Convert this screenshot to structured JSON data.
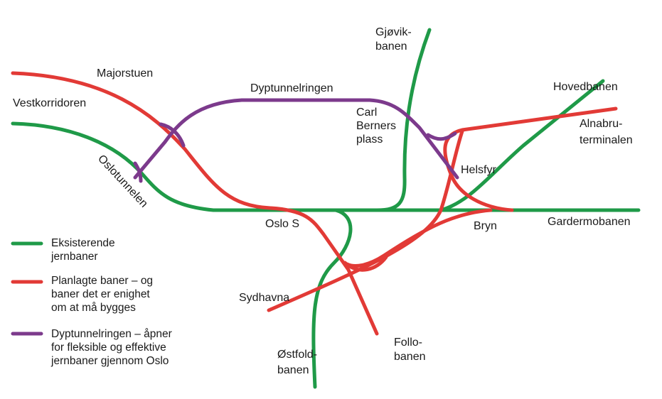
{
  "colors": {
    "existing": "#1f9a48",
    "planned": "#e23a36",
    "deep_tunnel": "#7c3a8c",
    "background": "#ffffff"
  },
  "map": {
    "lines": {
      "vestkorridoren": "Vestkorridoren",
      "majorstuen": "Majorstuen",
      "dyptunnelringen": "Dyptunnelringen",
      "gjovikbanen": "Gjøvik-\nbanen",
      "hovedbanen": "Hovedbanen",
      "alnabruterminalen": "Alnabru-\nterminalen",
      "gardermobanen": "Gardermobanen",
      "oslotunnelen": "Oslotunnelen",
      "sydhavna": "Sydhavna",
      "ostfoldbanen": "Østfold-\nbanen",
      "follobanen": "Follo-\nbanen"
    },
    "stations": {
      "carl_berners_plass": "Carl\nBerners\nplass",
      "helsfyr": "Helsfyr",
      "oslo_s": "Oslo S",
      "bryn": "Bryn"
    }
  },
  "legend": [
    {
      "key": "existing",
      "text": "Eksisterende\njernbaner",
      "color": "#1f9a48"
    },
    {
      "key": "planned",
      "text": "Planlagte baner – og\nbaner det er enighet\nom at må bygges",
      "color": "#e23a36"
    },
    {
      "key": "deep_tunnel",
      "text": "Dyptunnelringen – åpner\nfor fleksible og effektive\njernbaner gjennom Oslo",
      "color": "#7c3a8c"
    }
  ]
}
